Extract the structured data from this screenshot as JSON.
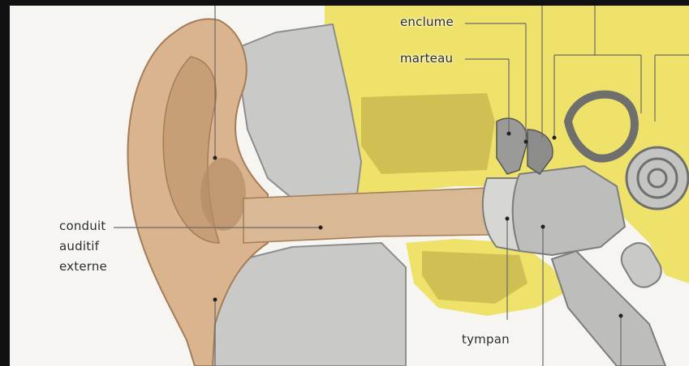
{
  "labels": {
    "enclume": "enclume",
    "marteau": "marteau",
    "conduit_line1": "conduit",
    "conduit_line2": "auditif",
    "conduit_line3": "externe",
    "tympan": "tympan"
  },
  "colors": {
    "background": "#f6f5f1",
    "skin": "#d9b48e",
    "skin_shadow": "#b58c66",
    "bone_yellow": "#efe26b",
    "bone_texture": "#8a7a2c",
    "soft_tissue_grey": "#c9c9c7",
    "structure_dark": "#7d7d7b",
    "leader_line": "#6a6a6a"
  }
}
